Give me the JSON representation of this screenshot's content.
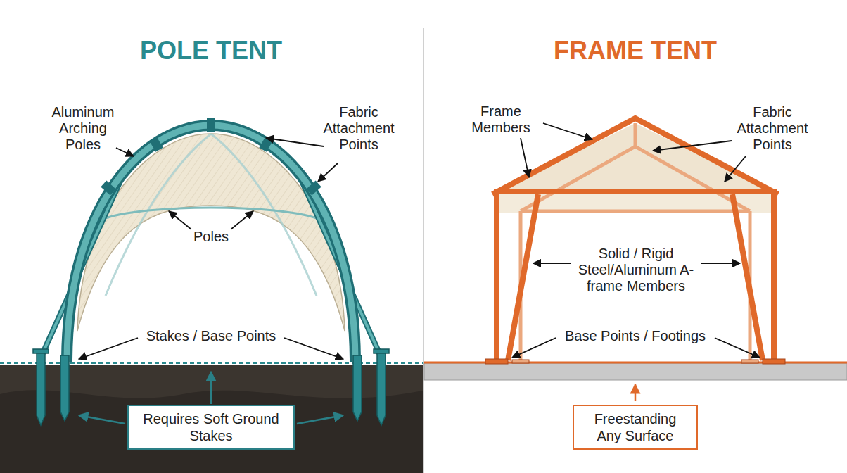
{
  "diagram": {
    "nodes": [
      {
        "text": [
          "Requires Soft Ground Stakes"
        ]
      },
      {
        "text": [
          "Freestanding Any Surface"
        ]
      }
    ],
    "labels": [
      "POLE TENT",
      "Aluminum Arching Poles",
      "Fabric Attachment Points",
      "Poles",
      "Stakes / Base Points",
      "FRAME TENT",
      "Frame Members",
      "Fabric Attachment Points",
      "Solid / Rigid Steel/Aluminum A-frame Members",
      "Base Points / Footings"
    ]
  }
}
